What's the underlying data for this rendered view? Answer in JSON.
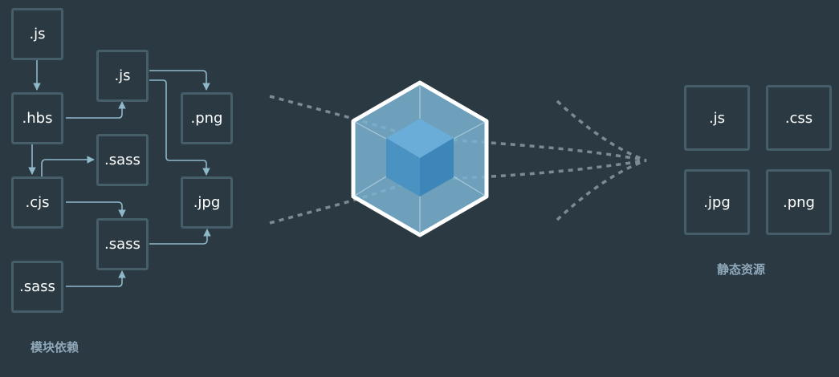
{
  "modules": {
    "caption": "模块依赖",
    "items": [
      ".js",
      ".js",
      ".hbs",
      ".png",
      ".sass",
      ".cjs",
      ".jpg",
      ".sass",
      ".sass"
    ]
  },
  "assets": {
    "caption": "静态资源",
    "items": [
      ".js",
      ".css",
      ".jpg",
      ".png"
    ]
  },
  "colors": {
    "background": "#2b3a42",
    "box_border": "#465e69",
    "link": "#8fb8c9",
    "cube_outer": "#7ab3d0",
    "cube_inner": "#4e98c8",
    "dots": "#7b8a93"
  },
  "icon": "webpack-cube-icon"
}
